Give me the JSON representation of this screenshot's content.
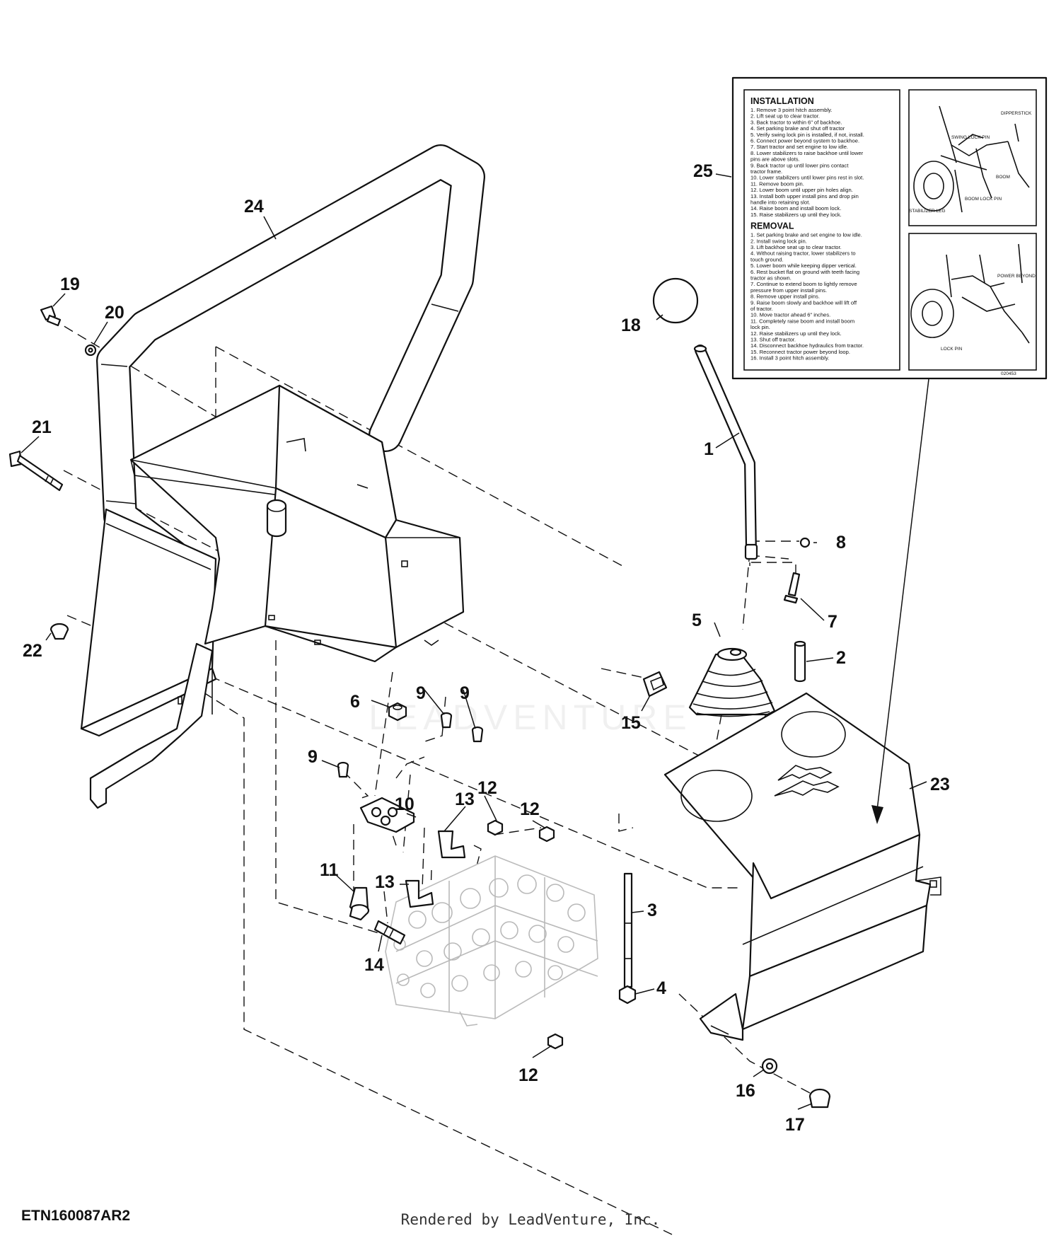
{
  "diagram_id": "ETN160087AR2",
  "footer": "Rendered by LeadVenture, Inc.",
  "watermark": "LEADVENTURE",
  "callouts": [
    "1",
    "2",
    "3",
    "4",
    "5",
    "6",
    "7",
    "8",
    "9",
    "9",
    "9",
    "10",
    "11",
    "12",
    "12",
    "12",
    "13",
    "13",
    "14",
    "15",
    "16",
    "17",
    "18",
    "19",
    "20",
    "21",
    "22",
    "23",
    "24",
    "25"
  ],
  "decal": {
    "installation_title": "INSTALLATION",
    "installation_steps": [
      "1. Remove 3 point hitch assembly.",
      "2. Lift seat up to clear tractor.",
      "3. Back tractor to within 6\" of backhoe.",
      "4. Set parking brake and shut off tractor",
      "5. Verify swing lock pin is installed, if not, install.",
      "6. Connect power beyond system to backhoe.",
      "7. Start tractor and set engine to low idle.",
      "8. Lower stabilizers to raise backhoe until lower",
      "   pins are above slots.",
      "9. Back tractor up until lower pins contact",
      "   tractor frame.",
      "10. Lower stabilizers until lower pins rest in slot.",
      "11. Remove boom pin.",
      "12. Lower boom until upper pin holes align.",
      "13. Install both upper install pins and drop pin",
      "    handle into retaining slot.",
      "14. Raise boom and install boom lock.",
      "15. Raise stabilizers up until they lock."
    ],
    "removal_title": "REMOVAL",
    "removal_steps": [
      "1. Set parking brake and set engine to low idle.",
      "2. Install swing lock pin.",
      "3. Lift backhoe seat up to clear tractor.",
      "4. Without raising tractor, lower stabilizers to",
      "   touch ground.",
      "5. Lower boom while keeping dipper vertical.",
      "6. Rest bucket flat on ground with teeth facing",
      "   tractor as shown.",
      "7. Continue to extend boom to lightly remove",
      "   pressure from upper install pins.",
      "8. Remove upper install pins.",
      "9. Raise boom slowly and backhoe will lift off",
      "   of tractor.",
      "10. Move tractor ahead 6\" inches.",
      "11. Completely raise boom and install boom",
      "    lock pin.",
      "12. Raise stabilizers up until they lock.",
      "13. Shut off tractor.",
      "14. Disconnect backhoe hydraulics from tractor.",
      "15. Reconnect tractor power beyond loop.",
      "16. Install 3 point hitch assembly."
    ],
    "figure_top_labels": [
      "DIPPERSTICK",
      "SWING LOCK PIN",
      "BOOM",
      "BOOM LOCK PIN",
      "STABILIZER LEG"
    ],
    "figure_bottom_labels": [
      "POWER BEYOND",
      "LOCK PIN"
    ],
    "code": "020453"
  }
}
